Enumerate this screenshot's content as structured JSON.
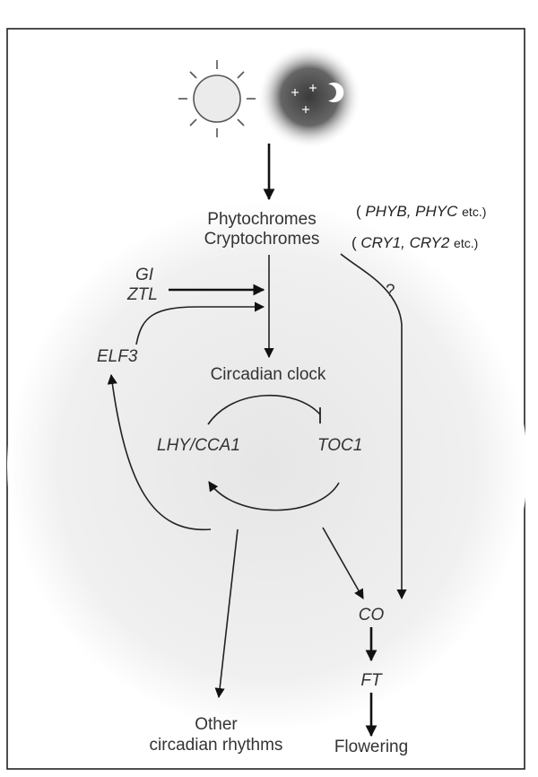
{
  "diagram": {
    "input_labels": {
      "phytochromes": "Phytochromes",
      "cryptochromes": "Cryptochromes"
    },
    "photoreceptor_examples": {
      "phy": {
        "open": "(",
        "gene1": "PHYB,",
        "gene2": "PHYC",
        "suffix": " etc.)"
      },
      "cry": {
        "open": "(",
        "gene1": "CRY1,",
        "gene2": "CRY2",
        "suffix": " etc.)"
      }
    },
    "modulators": {
      "gi": "GI",
      "ztl": "ZTL",
      "elf3": "ELF3"
    },
    "clock": {
      "title": "Circadian clock",
      "component_a": "LHY/CCA1",
      "component_b": "TOC1"
    },
    "unknown_link": "?",
    "outputs": {
      "co": "CO",
      "ft": "FT",
      "flowering": "Flowering",
      "other_line1": "Other",
      "other_line2": "circadian rhythms"
    },
    "icons": [
      "sun-icon",
      "night-moon-icon"
    ]
  }
}
